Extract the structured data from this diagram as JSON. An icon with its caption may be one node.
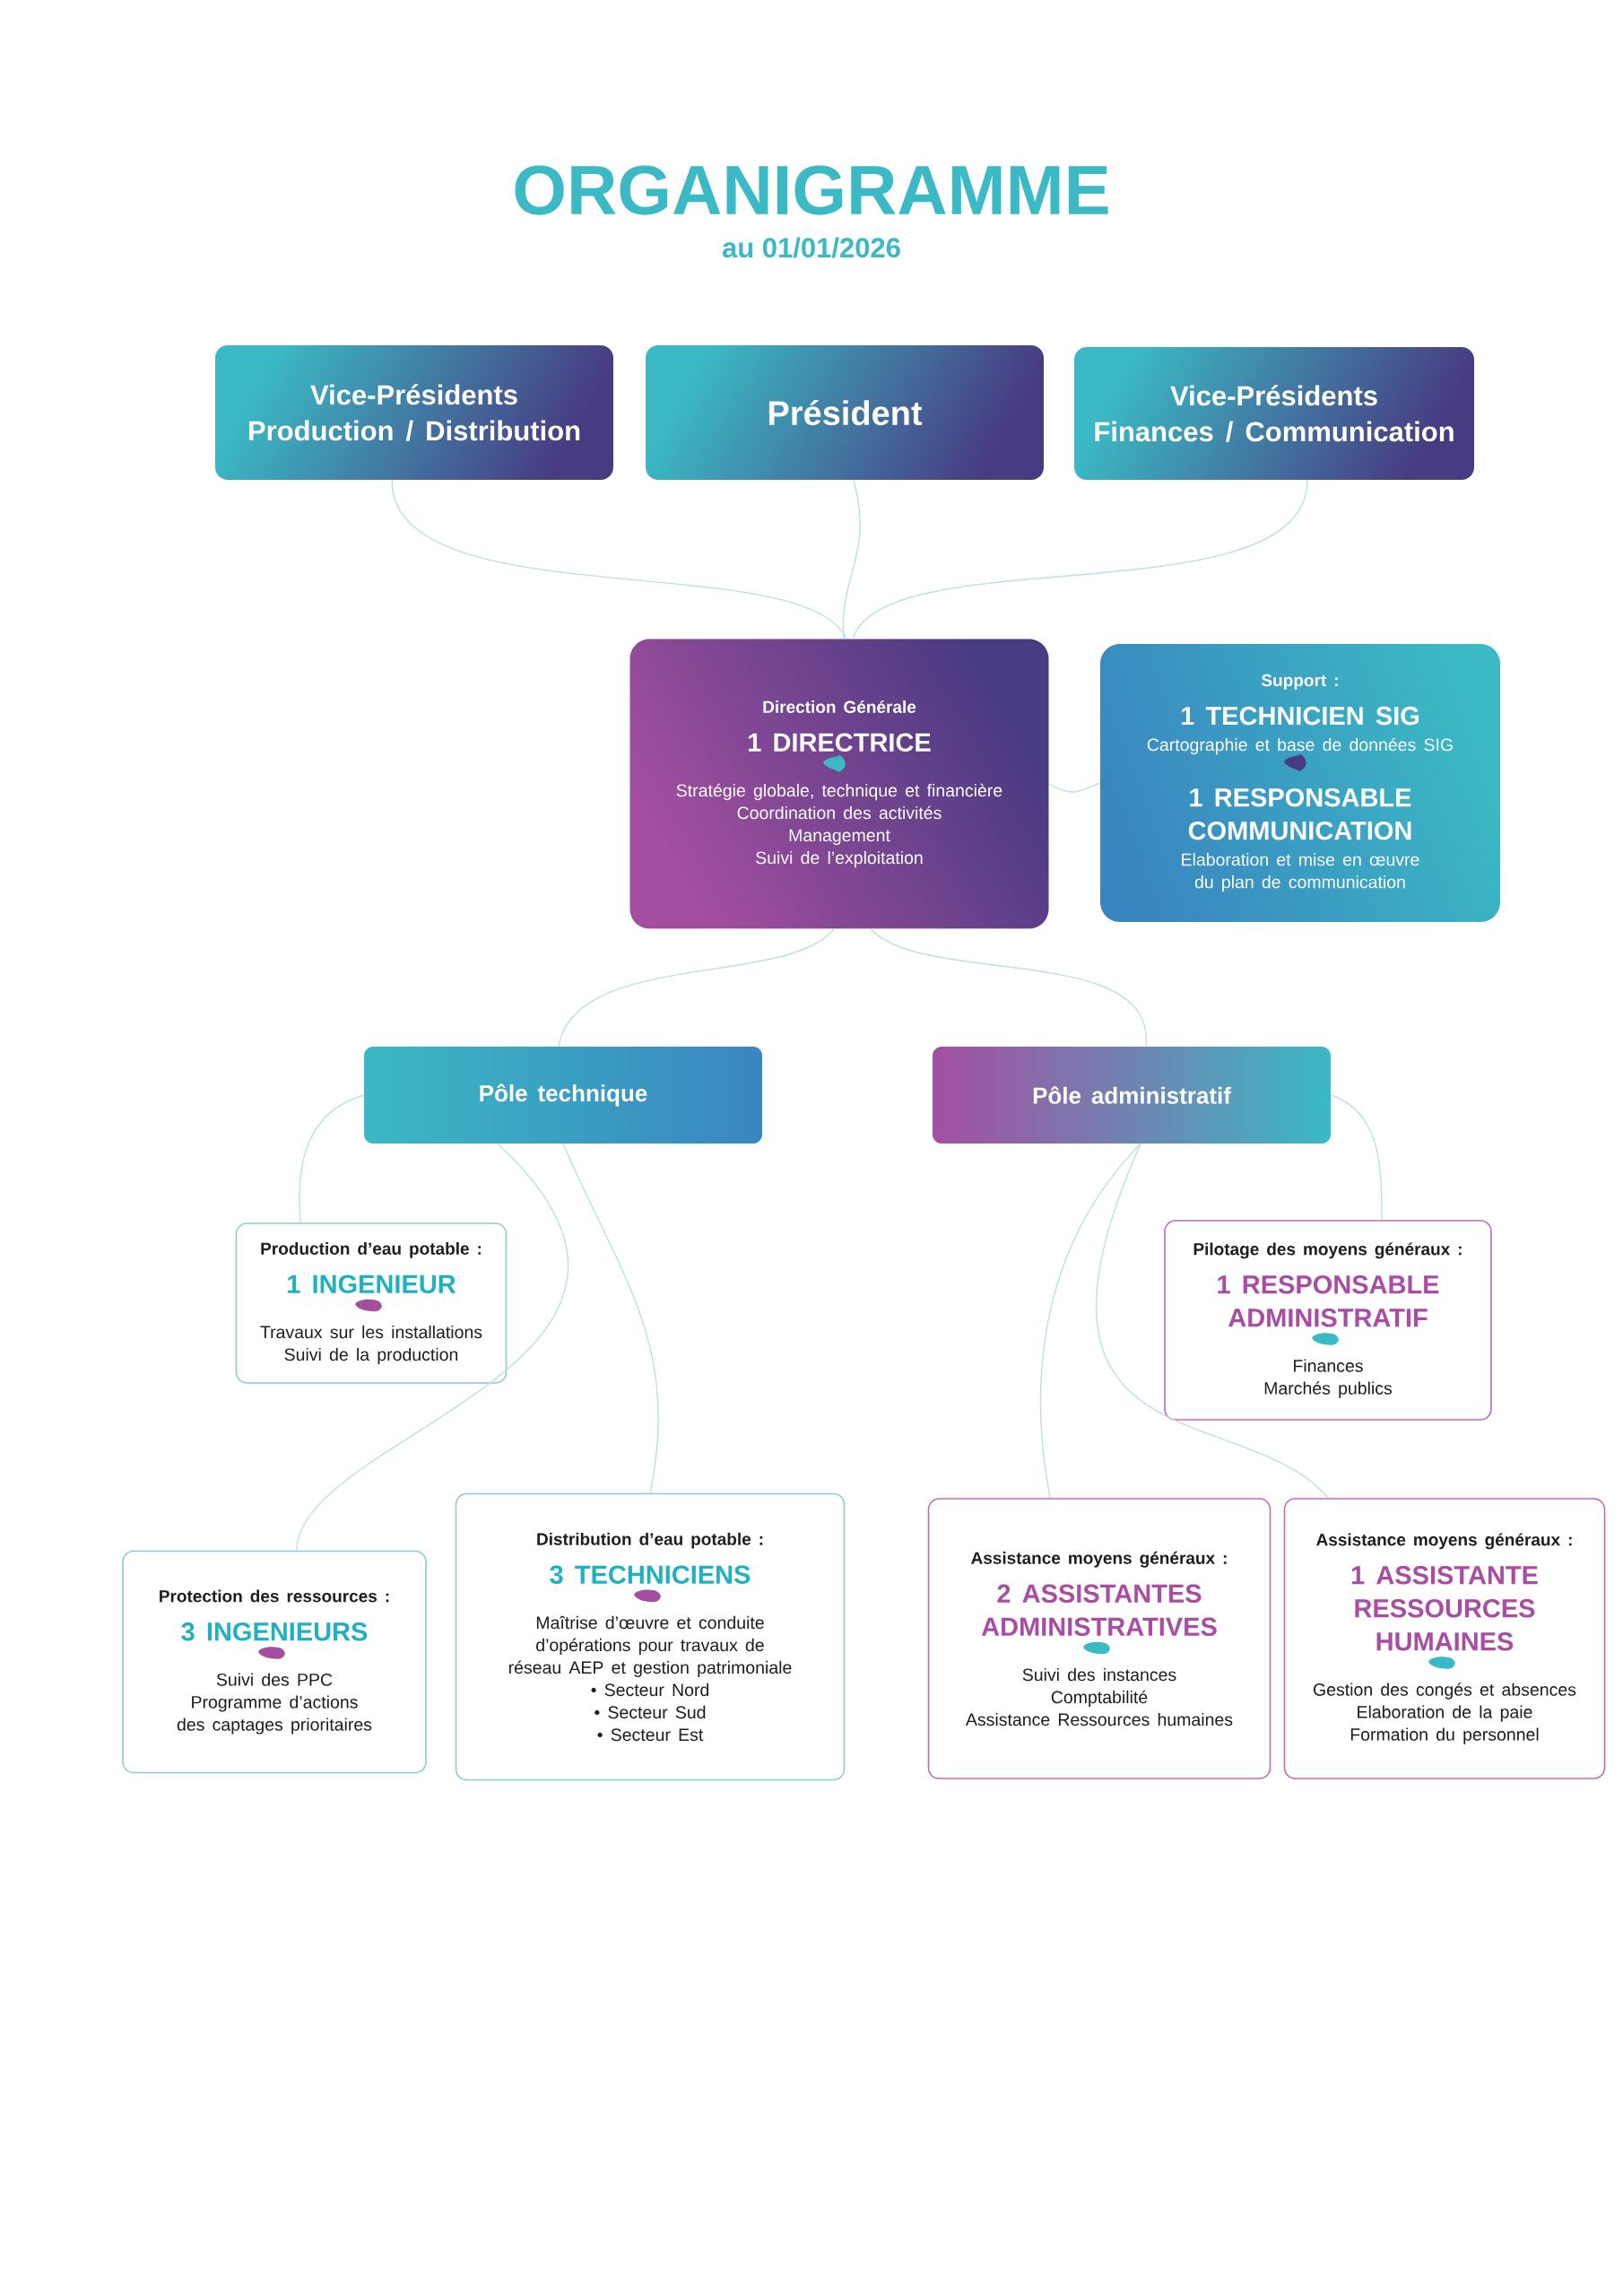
{
  "diagram": {
    "title": "ORGANIGRAMME",
    "nodes": [
      {
        "text": [
          "Vice-Présidents",
          "Production / Distribution"
        ]
      },
      {
        "text": [
          "Président"
        ]
      },
      {
        "text": [
          "Vice-Présidents",
          "Finances / Communication"
        ]
      },
      {
        "text": [
          "Direction Générale",
          "1 DIRECTRICE",
          "Stratégie globale, technique et financière",
          "Coordination des activités",
          "Management",
          "Suivi de l’exploitation"
        ]
      },
      {
        "text": [
          "Support :",
          "1 TECHNICIEN SIG",
          "Cartographie et base de données SIG",
          "1 RESPONSABLE COMMUNICATION",
          "Elaboration et mise en œuvre du plan de communication"
        ]
      },
      {
        "text": [
          "Pôle technique"
        ]
      },
      {
        "text": [
          "Pôle administratif"
        ]
      },
      {
        "text": [
          "Production d’eau potable :",
          "1 INGENIEUR",
          "Travaux sur les installations",
          "Suivi de la production"
        ]
      },
      {
        "text": [
          "Protection des ressources :",
          "3 INGENIEURS",
          "Suivi des PPC",
          "Programme d’actions des captages prioritaires"
        ]
      },
      {
        "text": [
          "Distribution d’eau potable :",
          "3 TECHNICIENS",
          "Maîtrise d’œuvre et conduite d’opérations pour travaux de réseau AEP et gestion patrimoniale",
          "• Secteur Nord",
          "• Secteur Sud",
          "• Secteur Est"
        ]
      },
      {
        "text": [
          "Pilotage des moyens généraux :",
          "1 RESPONSABLE ADMINISTRATIF",
          "Finances",
          "Marchés publics"
        ]
      },
      {
        "text": [
          "Assistance moyens généraux :",
          "2 ASSISTANTES ADMINISTRATIVES",
          "Suivi des instances",
          "Comptabilité",
          "Assistance Ressources humaines"
        ]
      },
      {
        "text": [
          "Assistance moyens généraux :",
          "1 ASSISTANTE RESSOURCES HUMAINES",
          "Gestion des congés et absences",
          "Elaboration de la paie",
          "Formation du personnel"
        ]
      }
    ],
    "edges": [
      {
        "from": 0,
        "to": 3,
        "arrow": "none"
      },
      {
        "from": 1,
        "to": 3,
        "arrow": "none"
      },
      {
        "from": 2,
        "to": 3,
        "arrow": "none"
      },
      {
        "from": 3,
        "to": 4,
        "arrow": "none"
      },
      {
        "from": 3,
        "to": 5,
        "arrow": "none"
      },
      {
        "from": 3,
        "to": 6,
        "arrow": "none"
      },
      {
        "from": 5,
        "to": 7,
        "arrow": "none"
      },
      {
        "from": 5,
        "to": 8,
        "arrow": "none"
      },
      {
        "from": 5,
        "to": 9,
        "arrow": "none"
      },
      {
        "from": 6,
        "to": 10,
        "arrow": "none"
      },
      {
        "from": 6,
        "to": 11,
        "arrow": "none"
      },
      {
        "from": 6,
        "to": 12,
        "arrow": "none"
      }
    ],
    "labels": [
      "au 01/01/2026"
    ]
  }
}
